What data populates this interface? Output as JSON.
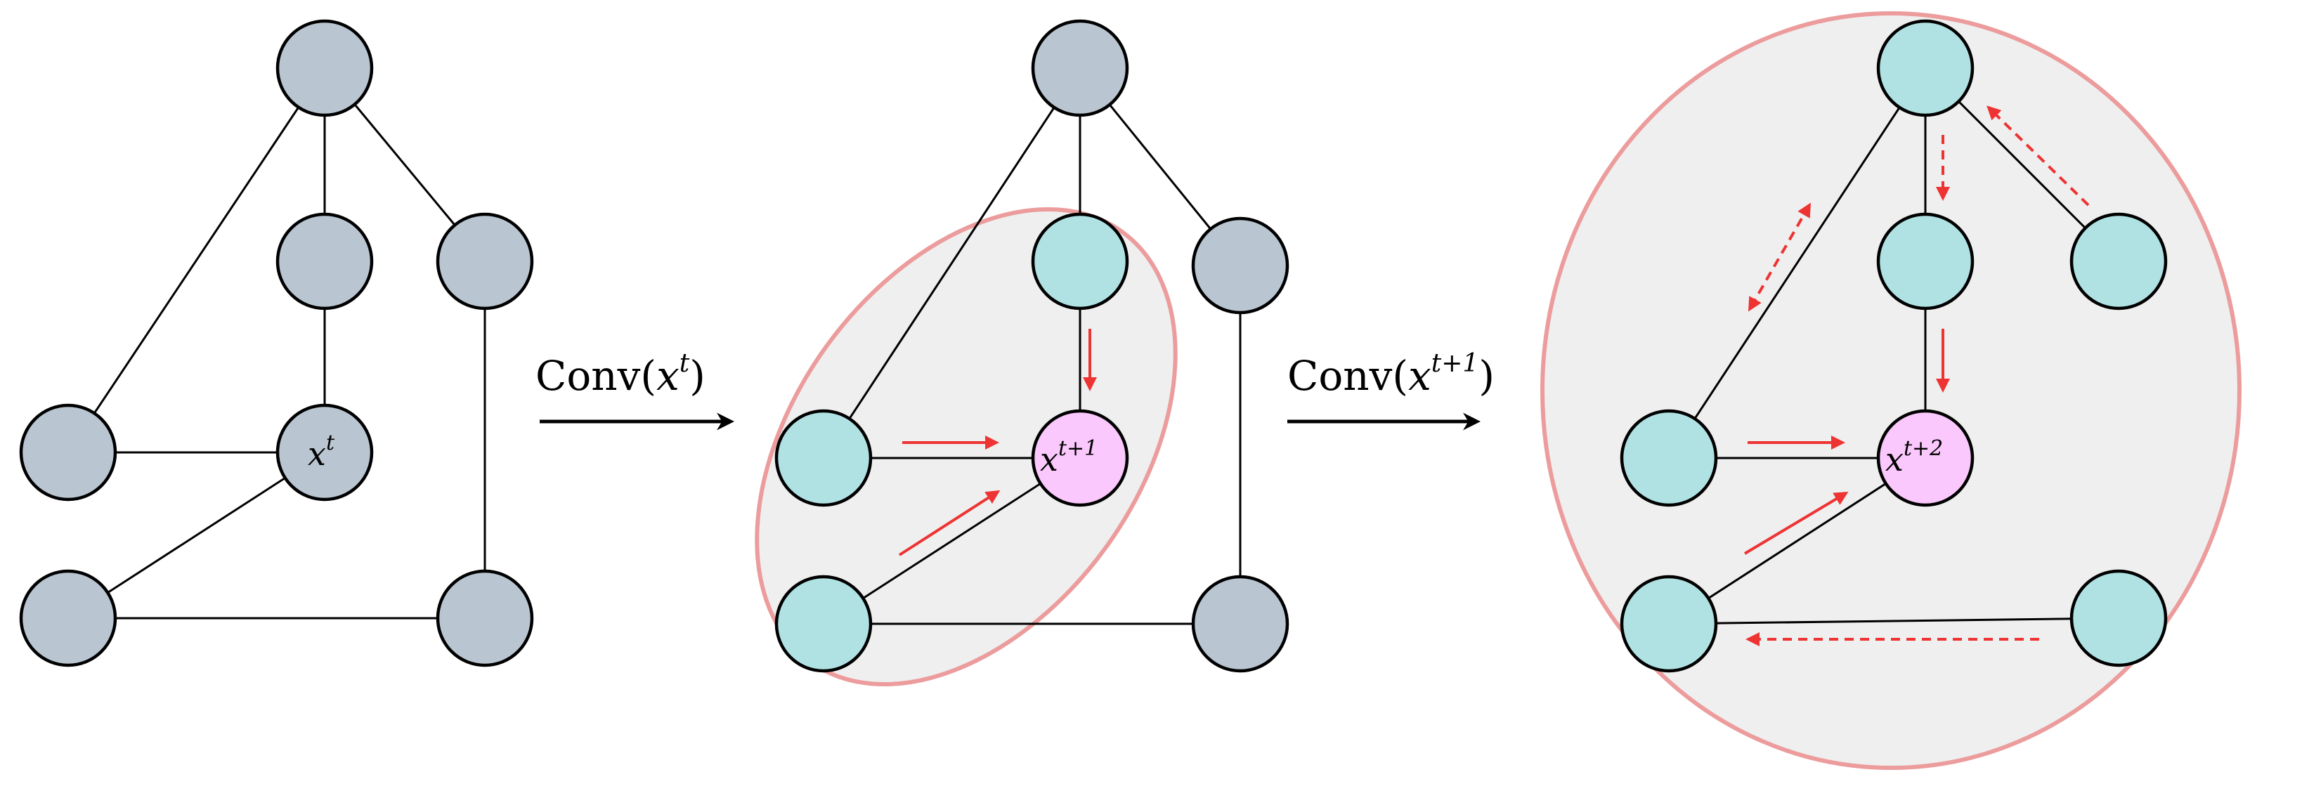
{
  "colors": {
    "node_inactive": "#b9c6d2",
    "node_active": "#b0e2e4",
    "node_center": "#fac8fc",
    "edge": "#000000",
    "message_arrow": "#ee3333",
    "receptive_field_border": "#ec9c9c",
    "receptive_field_fill": "#efefef"
  },
  "step1": {
    "operator": "Conv",
    "variable": "x",
    "superscript": "t",
    "open_paren": "(",
    "close_paren": ")"
  },
  "step2": {
    "operator": "Conv",
    "variable": "x",
    "superscript": "t+1",
    "open_paren": "(",
    "close_paren": ")"
  },
  "graph1": {
    "center_label": {
      "base": "x",
      "sup": "t"
    }
  },
  "graph2": {
    "center_label": {
      "base": "x",
      "sup": "t+1"
    }
  },
  "graph3": {
    "center_label": {
      "base": "x",
      "sup": "t+2"
    }
  },
  "icons": {
    "message_arrow": "arrow-right-icon",
    "flow_arrow": "long-arrow-right-icon"
  }
}
